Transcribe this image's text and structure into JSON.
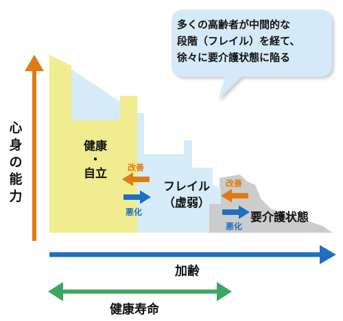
{
  "callout": {
    "lines": [
      "多くの高齢者が中間的な",
      "段階（フレイル）を経て、",
      "徐々に要介護状態に陥る"
    ]
  },
  "y_axis_label": [
    "心",
    "身",
    "の",
    "能",
    "力"
  ],
  "stages": {
    "healthy": [
      "健康",
      "・",
      "自立"
    ],
    "frailty": [
      "フレイル",
      "（虚弱）"
    ],
    "care": "要介護状態"
  },
  "arrows": {
    "improve": "改善",
    "worsen": "悪化"
  },
  "x_axis_label": "加齢",
  "lifespan_label": "健康寿命",
  "colors": {
    "healthy": "#f0ec8f",
    "frailty": "#d6ecf8",
    "care": "#cccccc",
    "improve_arrow": "#e07b14",
    "worsen_arrow": "#1f6fbe",
    "axis_y": "#e07b14",
    "axis_x": "#1f6fbe",
    "lifespan": "#3aa860",
    "bubble": "#d4eaf8"
  }
}
